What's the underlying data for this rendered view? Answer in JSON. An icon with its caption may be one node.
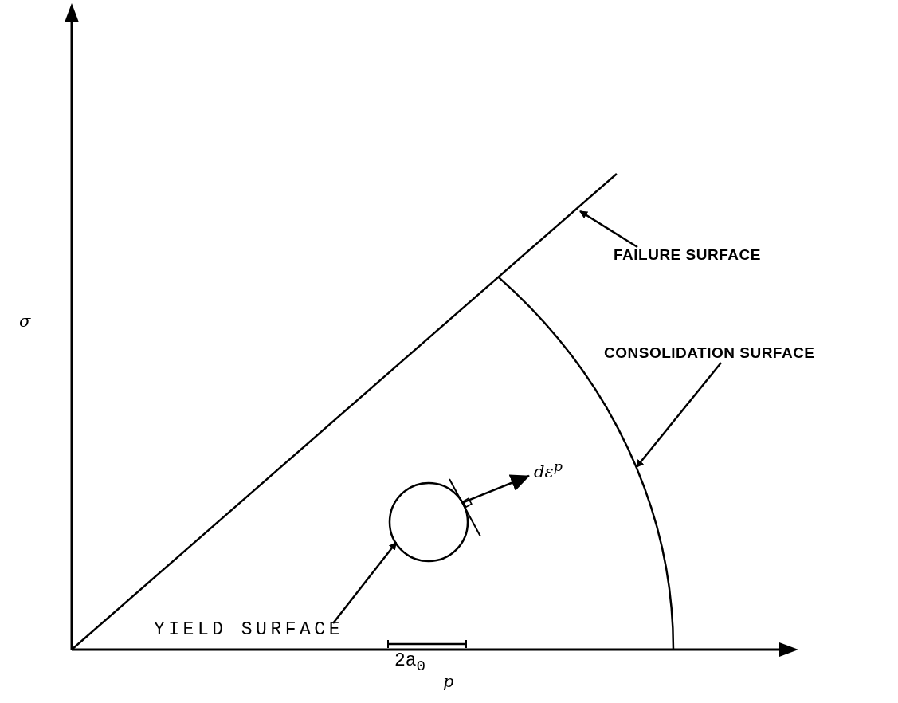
{
  "diagram": {
    "nodes": [
      {
        "text": [
          "FAILURE SURFACE"
        ]
      },
      {
        "text": [
          "CONSOLIDATION SURFACE"
        ]
      },
      {
        "text": [
          "YIELD SURFACE"
        ]
      },
      {
        "text": [],
        "shape": "circle"
      },
      {
        "text": [
          "dε$^{p}$"
        ]
      }
    ],
    "edges": [
      {
        "from": 0,
        "to": null,
        "arrow": "to"
      },
      {
        "from": 1,
        "to": null,
        "arrow": "to"
      },
      {
        "from": 2,
        "to": 3,
        "arrow": "to"
      },
      {
        "from": 3,
        "to": 4,
        "arrow": "to"
      }
    ],
    "labels": [
      "σ",
      "p",
      "2a$_{0}$"
    ]
  }
}
